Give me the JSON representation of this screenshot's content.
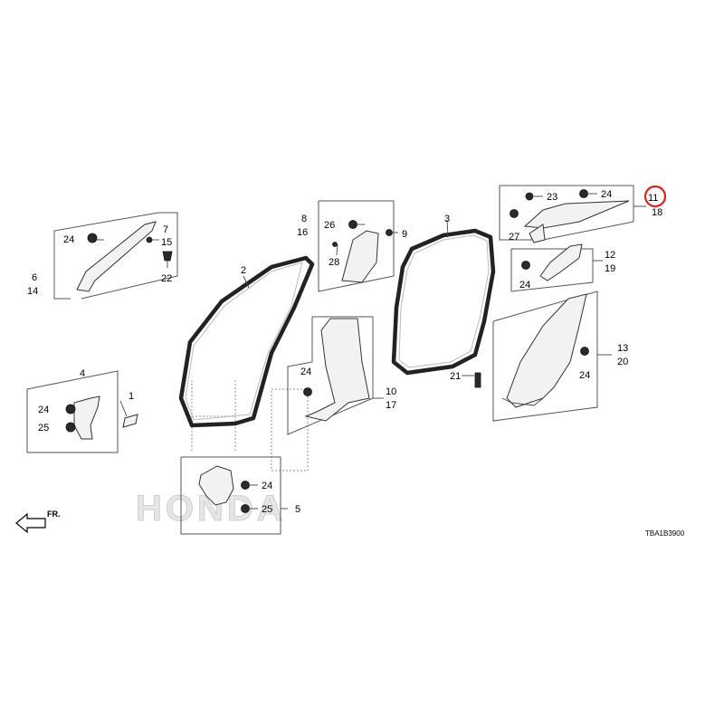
{
  "diagram": {
    "watermark_logo": "honda-logo",
    "watermark_text": "HONDA",
    "diagram_code": "TBA1B3900",
    "direction_label": "FR.",
    "callouts": {
      "c1": "1",
      "c2": "2",
      "c3": "3",
      "c4": "4",
      "c5": "5",
      "c6": "6",
      "c7": "7",
      "c8": "8",
      "c9": "9",
      "c10": "10",
      "c11": "11",
      "c12": "12",
      "c13": "13",
      "c14": "14",
      "c15": "15",
      "c16": "16",
      "c17": "17",
      "c18": "18",
      "c19": "19",
      "c20": "20",
      "c21": "21",
      "c22": "22",
      "c23": "23",
      "c24": "24",
      "c25": "25",
      "c26": "26",
      "c27": "27",
      "c28": "28"
    },
    "highlight_color": "#e0201b"
  }
}
